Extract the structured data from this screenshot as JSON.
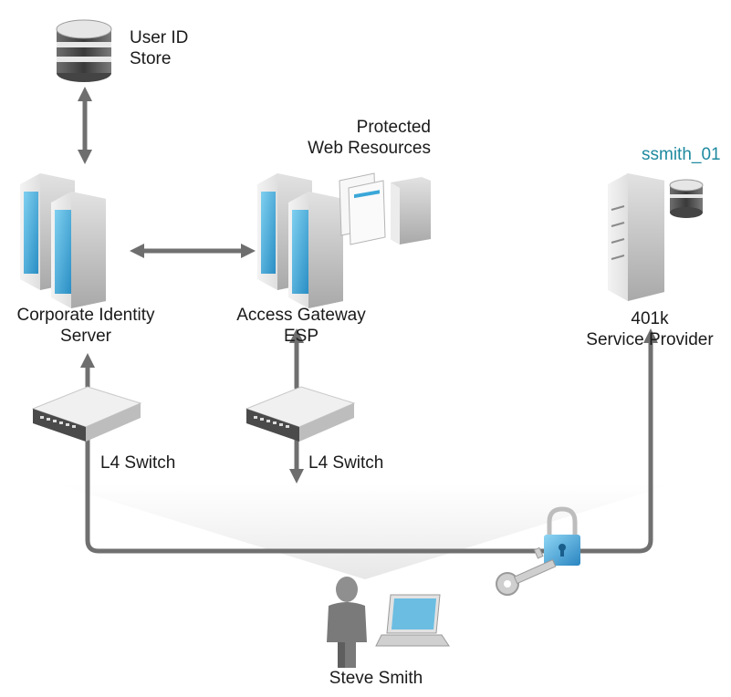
{
  "labels": {
    "user_id_store": [
      "User ID",
      "Store"
    ],
    "protected_resources": [
      "Protected",
      "Web Resources"
    ],
    "username": "ssmith_01",
    "identity_server": [
      "Corporate Identity",
      "Server"
    ],
    "access_gateway": [
      "Access Gateway",
      "ESP"
    ],
    "service_provider": [
      "401k",
      "Service Provider"
    ],
    "switch_left": "L4 Switch",
    "switch_right": "L4 Switch",
    "user": "Steve Smith"
  },
  "colors": {
    "line": "#707070",
    "server_body": "#d8d8d8",
    "server_blue": "#3aa7d8",
    "lock_blue": "#3aa0d8",
    "accent_text": "#1f8aa0"
  },
  "icons": [
    "database-icon",
    "server-cluster-icon",
    "web-page-stack-icon",
    "server-icon",
    "network-switch-icon",
    "person-icon",
    "laptop-icon",
    "padlock-icon",
    "key-icon"
  ]
}
